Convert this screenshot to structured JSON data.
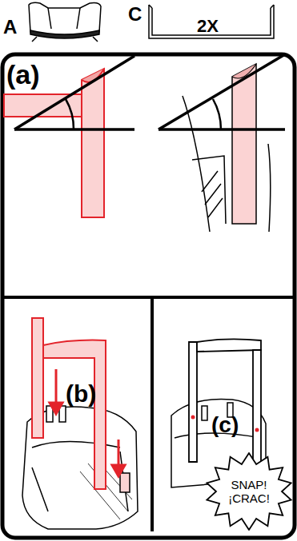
{
  "diagram": {
    "nodes": [
      {
        "text": [
          "SNAP!",
          "¡CRAC!"
        ]
      }
    ],
    "labels": [
      "A",
      "C",
      "2X",
      "(a)",
      "(b)",
      "(c)"
    ]
  }
}
